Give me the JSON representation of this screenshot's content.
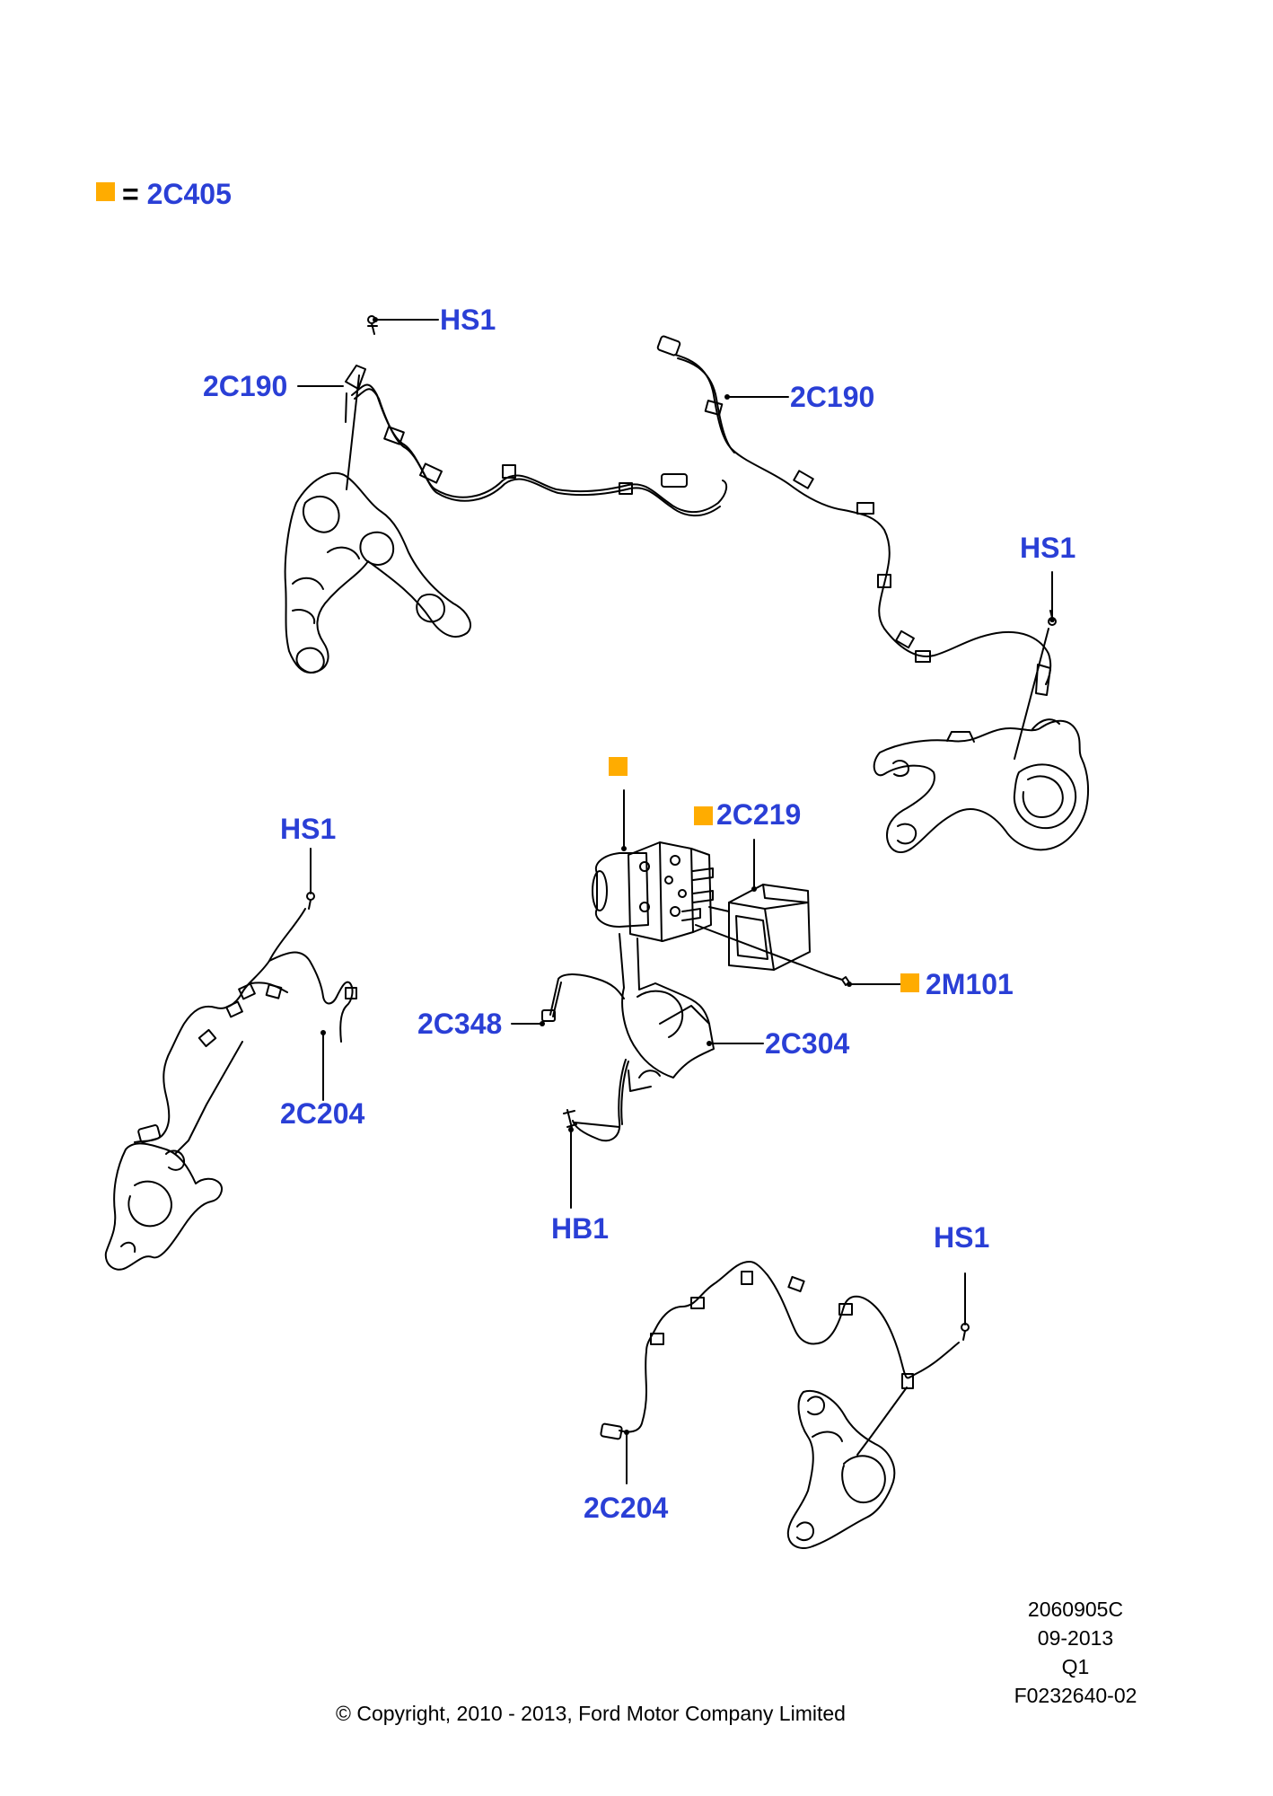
{
  "legend": {
    "equals": "=",
    "code": "2C405",
    "swatch_color": "#ffac00"
  },
  "label_color": "#2a3fd6",
  "callouts": {
    "hs1_top_left": "HS1",
    "c2c190_left": "2C190",
    "c2c190_right": "2C190",
    "hs1_right": "HS1",
    "hs1_mid_left": "HS1",
    "c2c219": "2C219",
    "c2m101": "2M101",
    "c2c348": "2C348",
    "c2c304": "2C304",
    "c2c204_left": "2C204",
    "hb1": "HB1",
    "hs1_bottom": "HS1",
    "c2c204_bottom": "2C204"
  },
  "footer": {
    "copyright": "© Copyright, 2010 - 2013, Ford Motor Company Limited",
    "code1": "2060905C",
    "date": "09-2013",
    "q": "Q1",
    "ref": "F0232640-02"
  }
}
